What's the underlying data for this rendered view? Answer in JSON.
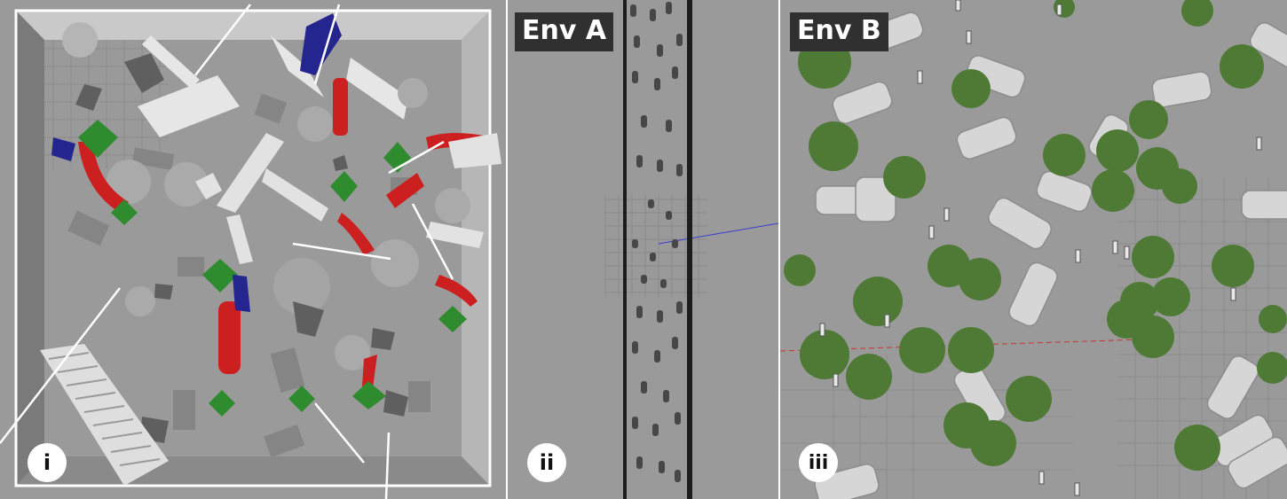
{
  "panels": [
    {
      "id": "i",
      "badge": "i"
    },
    {
      "id": "ii",
      "badge": "ii",
      "env_label": "Env A"
    },
    {
      "id": "iii",
      "badge": "iii",
      "env_label": "Env B"
    }
  ],
  "colors": {
    "floor": "#9a9a9a",
    "red_obstacle": "#cc2020",
    "green_obstacle": "#2e8b2e",
    "blue_obstacle": "#25258f",
    "tree": "#4f7a36",
    "car": "#d8d8d8",
    "label_bg": "#303030"
  }
}
